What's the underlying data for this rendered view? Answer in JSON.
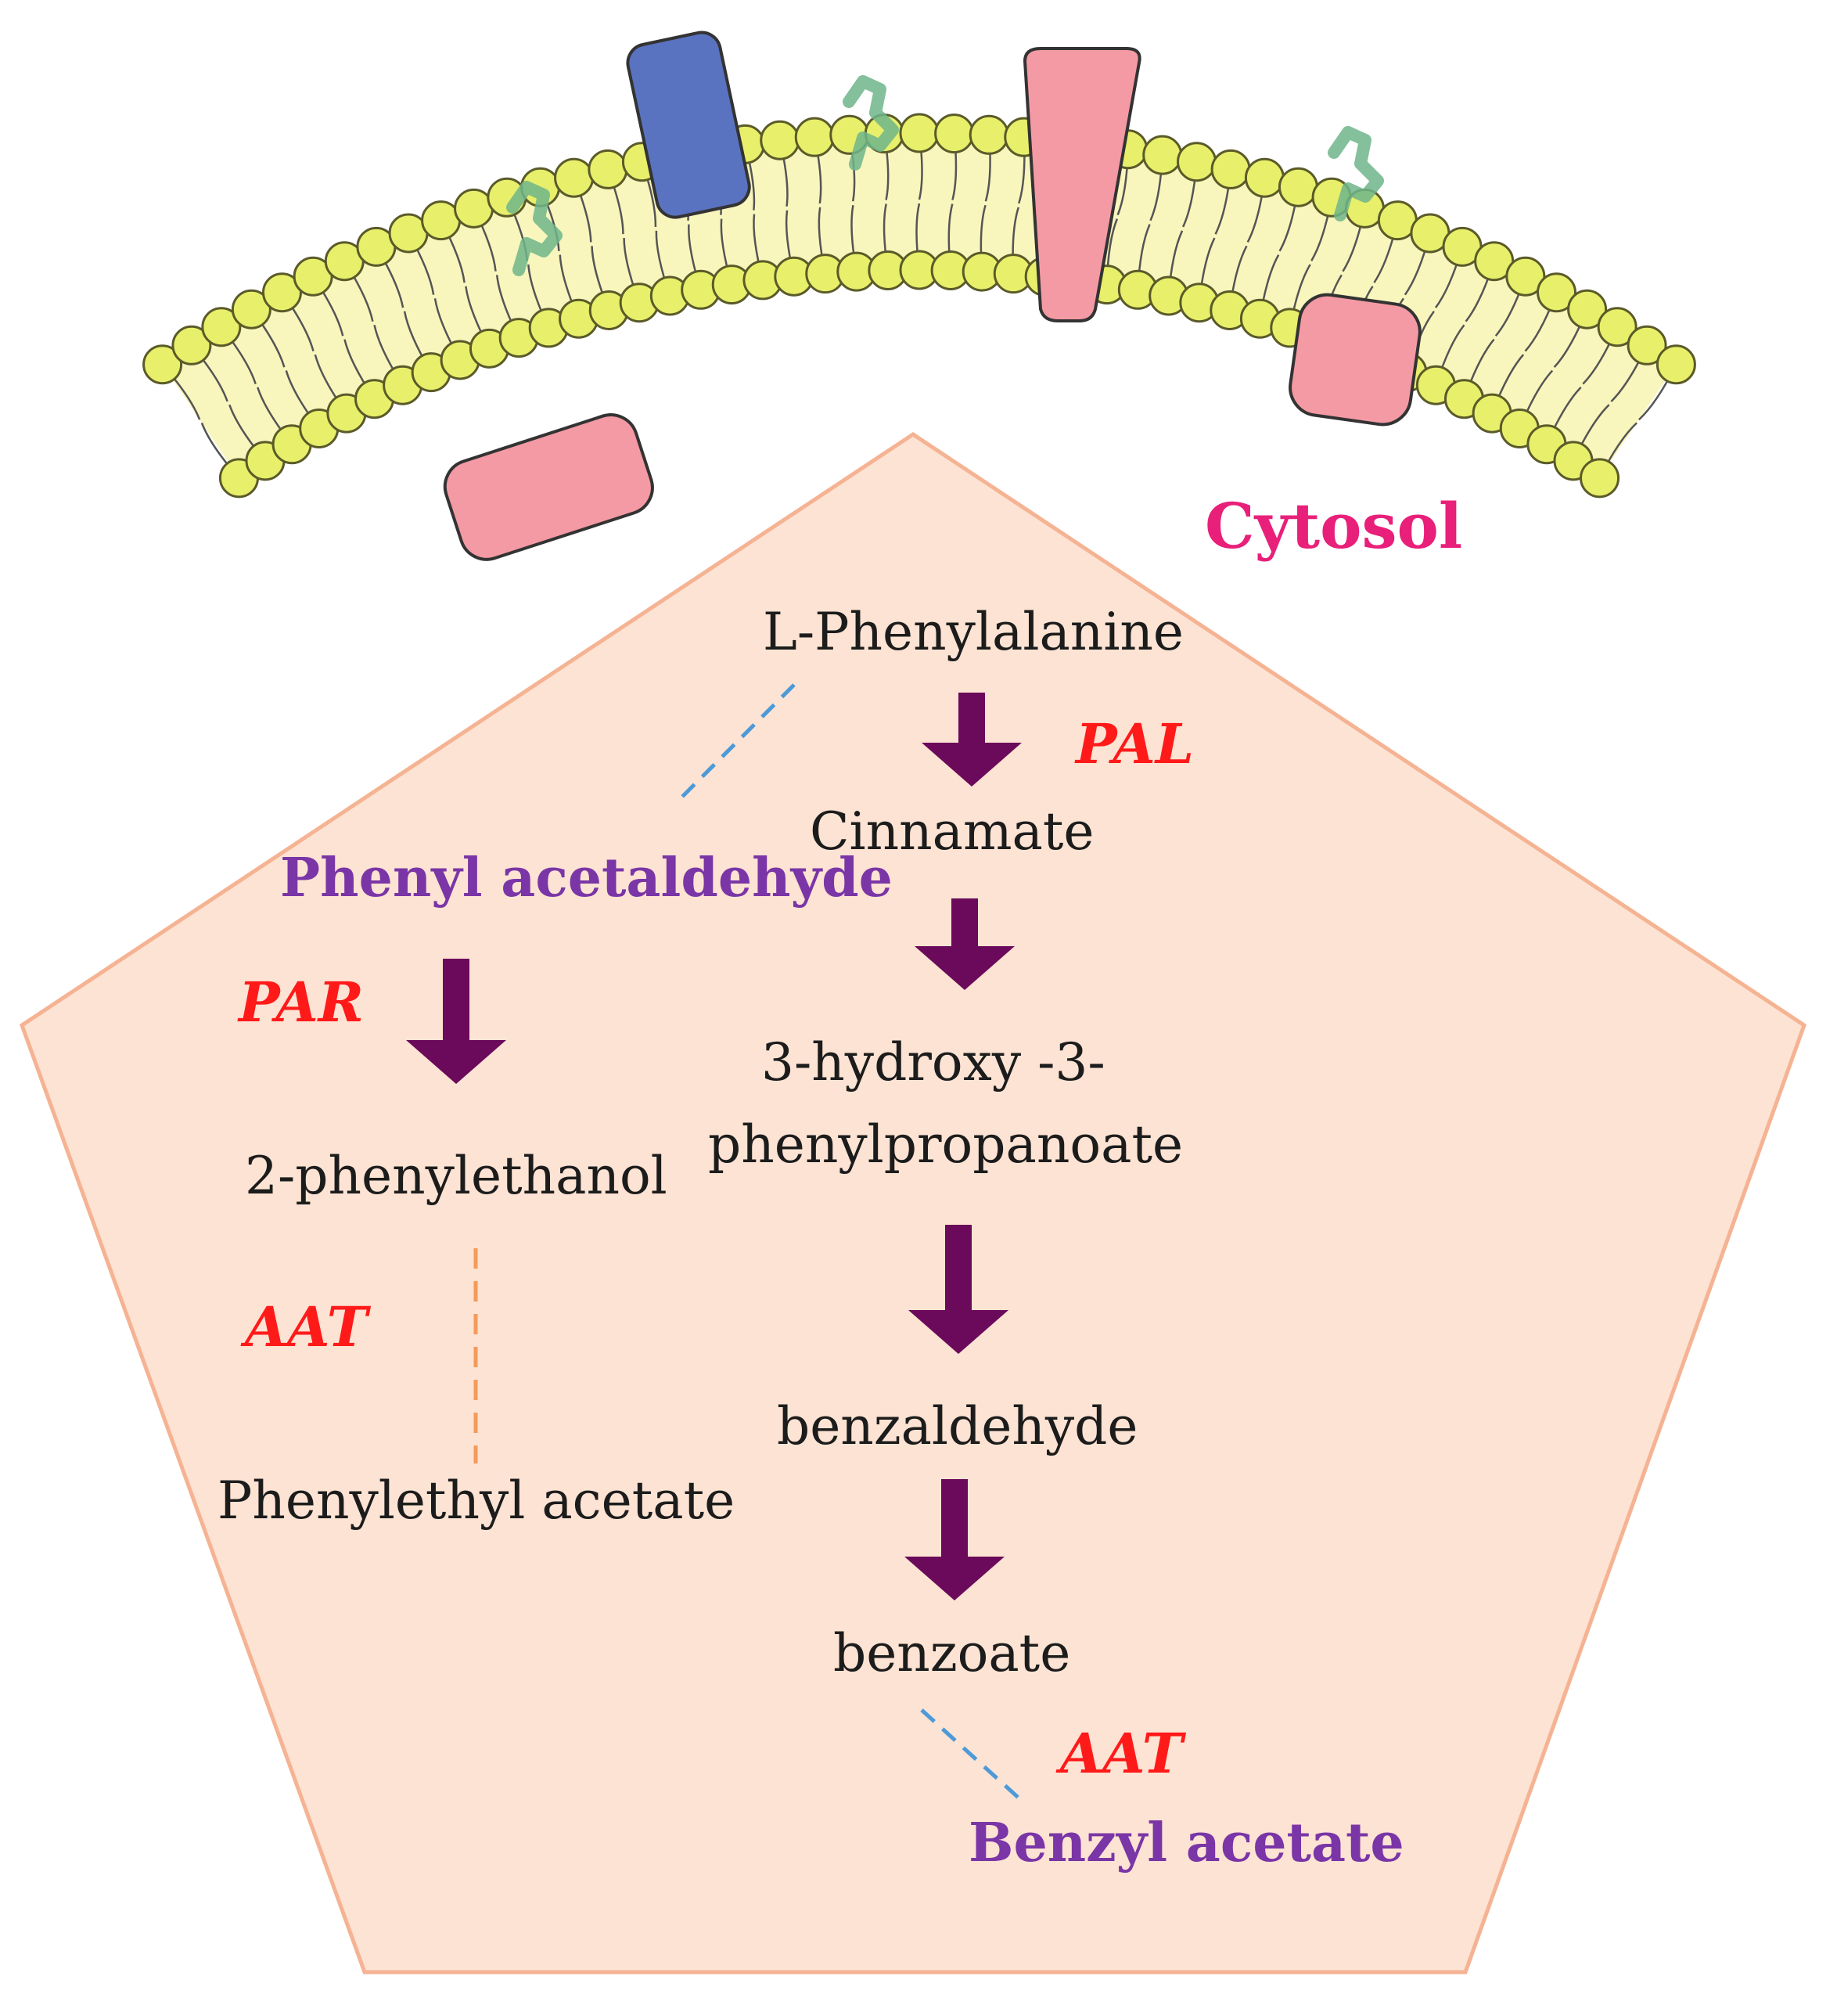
{
  "compartment_label": "Cytosol",
  "compounds": {
    "l_phenylalanine": "L-Phenylalanine",
    "cinnamate": "Cinnamate",
    "hydroxy_line1": "3-hydroxy -3-",
    "hydroxy_line2": "phenylpropanoate",
    "benzaldehyde": "benzaldehyde",
    "benzoate": "benzoate",
    "phenylethanol": "2-phenylethanol",
    "phenylethyl_acetate": "Phenylethyl acetate"
  },
  "products": {
    "phenyl_acetaldehyde": "Phenyl acetaldehyde",
    "benzyl_acetate": "Benzyl acetate"
  },
  "enzymes": {
    "pal": "PAL",
    "par": "PAR",
    "aat_left": "AAT",
    "aat_right": "AAT"
  },
  "colors": {
    "cytosol_fill": "#fde3d3",
    "cytosol_border": "#f5b393",
    "arrow": "#6b0a5a",
    "enzyme_text": "#ff1a1a",
    "product_text": "#7a35a6",
    "compartment_text": "#e8207a",
    "membrane_head": "#e8ef6a",
    "membrane_core": "#f8f6bd",
    "protein_pink": "#f49aa4",
    "protein_blue": "#5a73c0",
    "glycan_green": "#6fb58a",
    "blue_dash": "#4d9ad9",
    "orange_dash": "#f59a5a"
  }
}
